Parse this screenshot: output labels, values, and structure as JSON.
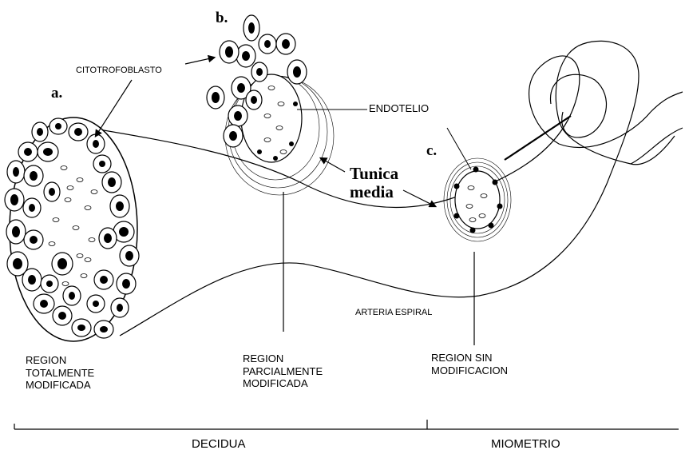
{
  "labels": {
    "citotrofoblasto": "CITOTROFOBLASTO",
    "a": "a.",
    "b": "b.",
    "c": "c.",
    "endotelio": "ENDOTELIO",
    "tunica_media": "Tunica\nmedia",
    "arteria_espiral": "ARTERIA ESPIRAL",
    "region_totalmente": "REGION\nTOTALMENTE\nMODIFICADA",
    "region_parcialmente": "REGION\nPARCIALMENTE\nMODIFICADA",
    "region_sin": "REGION SIN\nMODIFICACION",
    "decidua": "DECIDUA",
    "miometrio": "MIOMETRIO"
  }
}
